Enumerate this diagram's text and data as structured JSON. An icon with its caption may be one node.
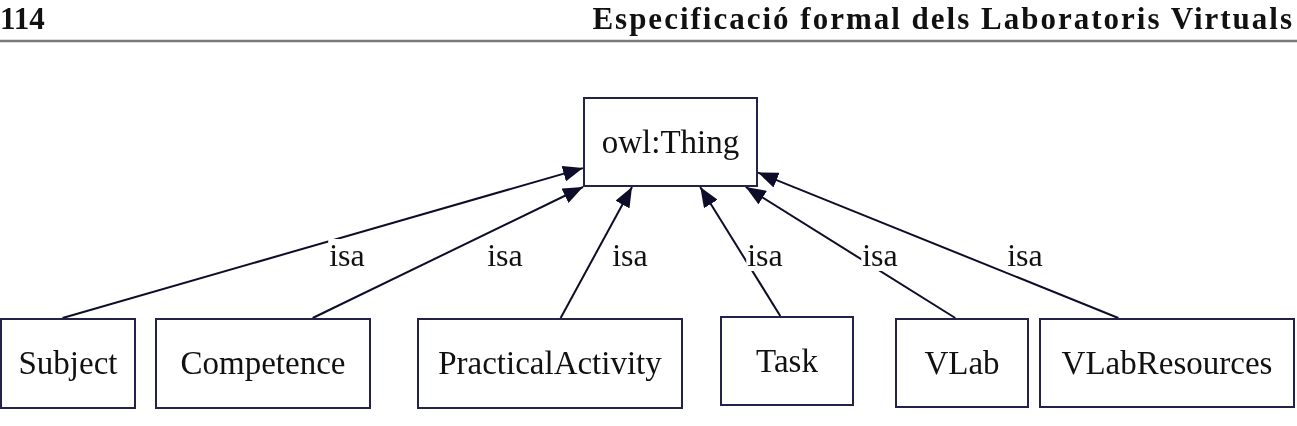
{
  "diagram": {
    "nodes": [
      {
        "text": [
          "owl:Thing"
        ]
      },
      {
        "text": [
          "Subject"
        ]
      },
      {
        "text": [
          "Competence"
        ]
      },
      {
        "text": [
          "PracticalActivity"
        ]
      },
      {
        "text": [
          "Task"
        ]
      },
      {
        "text": [
          "VLab"
        ]
      },
      {
        "text": [
          "VLabResources"
        ]
      }
    ],
    "edges": [
      {
        "from": 1,
        "to": 0,
        "arrow": "to",
        "label": "isa"
      },
      {
        "from": 2,
        "to": 0,
        "arrow": "to",
        "label": "isa"
      },
      {
        "from": 3,
        "to": 0,
        "arrow": "to",
        "label": "isa"
      },
      {
        "from": 4,
        "to": 0,
        "arrow": "to",
        "label": "isa"
      },
      {
        "from": 5,
        "to": 0,
        "arrow": "to",
        "label": "isa"
      },
      {
        "from": 6,
        "to": 0,
        "arrow": "to",
        "label": "isa"
      }
    ],
    "labels": [
      "114",
      "Especificació formal dels Laboratoris Virtuals"
    ]
  }
}
